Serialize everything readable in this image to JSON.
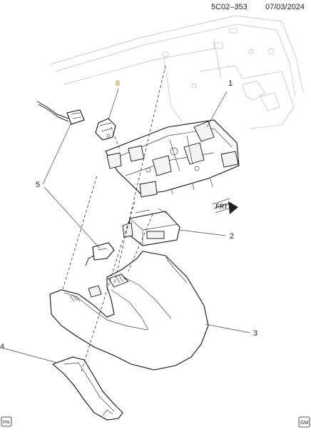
{
  "header": {
    "code": "5C02–353",
    "date": "07/03/2024"
  },
  "callouts": [
    {
      "label": "1"
    },
    {
      "label": "2"
    },
    {
      "label": "3"
    },
    {
      "label": "4"
    },
    {
      "label": "5"
    },
    {
      "label": "6"
    }
  ],
  "forward_label": "FRT",
  "corner_badges": {
    "left": "ms",
    "right": "GM"
  },
  "colors": {
    "line": "#222222",
    "highlight_callout": "#b8860b",
    "faint_outline": "#bbbbbb"
  }
}
